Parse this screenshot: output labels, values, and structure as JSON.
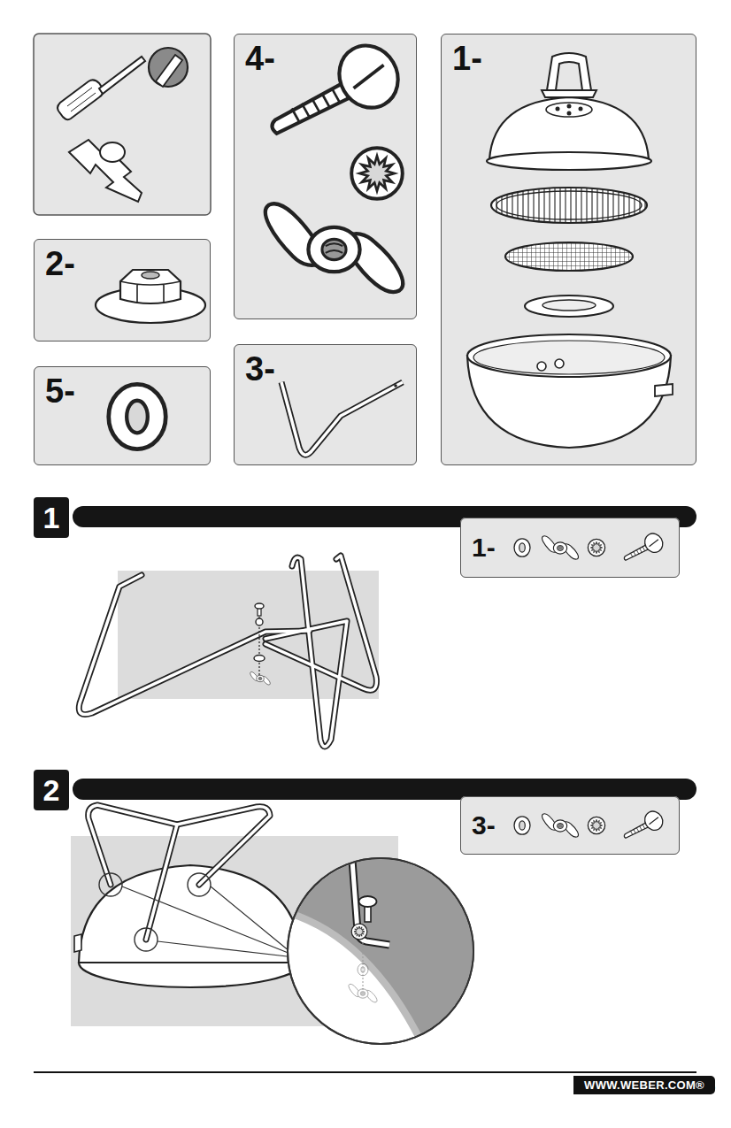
{
  "diagram": {
    "nodes": [
      {
        "text": [
          "4-"
        ]
      },
      {
        "text": [
          "1-"
        ]
      },
      {
        "text": [
          "2-"
        ]
      },
      {
        "text": [
          "5-"
        ]
      },
      {
        "text": [
          "3-"
        ]
      },
      {
        "text": [
          "1"
        ]
      },
      {
        "text": [
          "1-"
        ]
      },
      {
        "text": [
          "2"
        ]
      },
      {
        "text": [
          "3-"
        ]
      },
      {
        "text": [
          "WWW.WEBER.COM®"
        ]
      }
    ],
    "labels": [
      "3"
    ]
  }
}
